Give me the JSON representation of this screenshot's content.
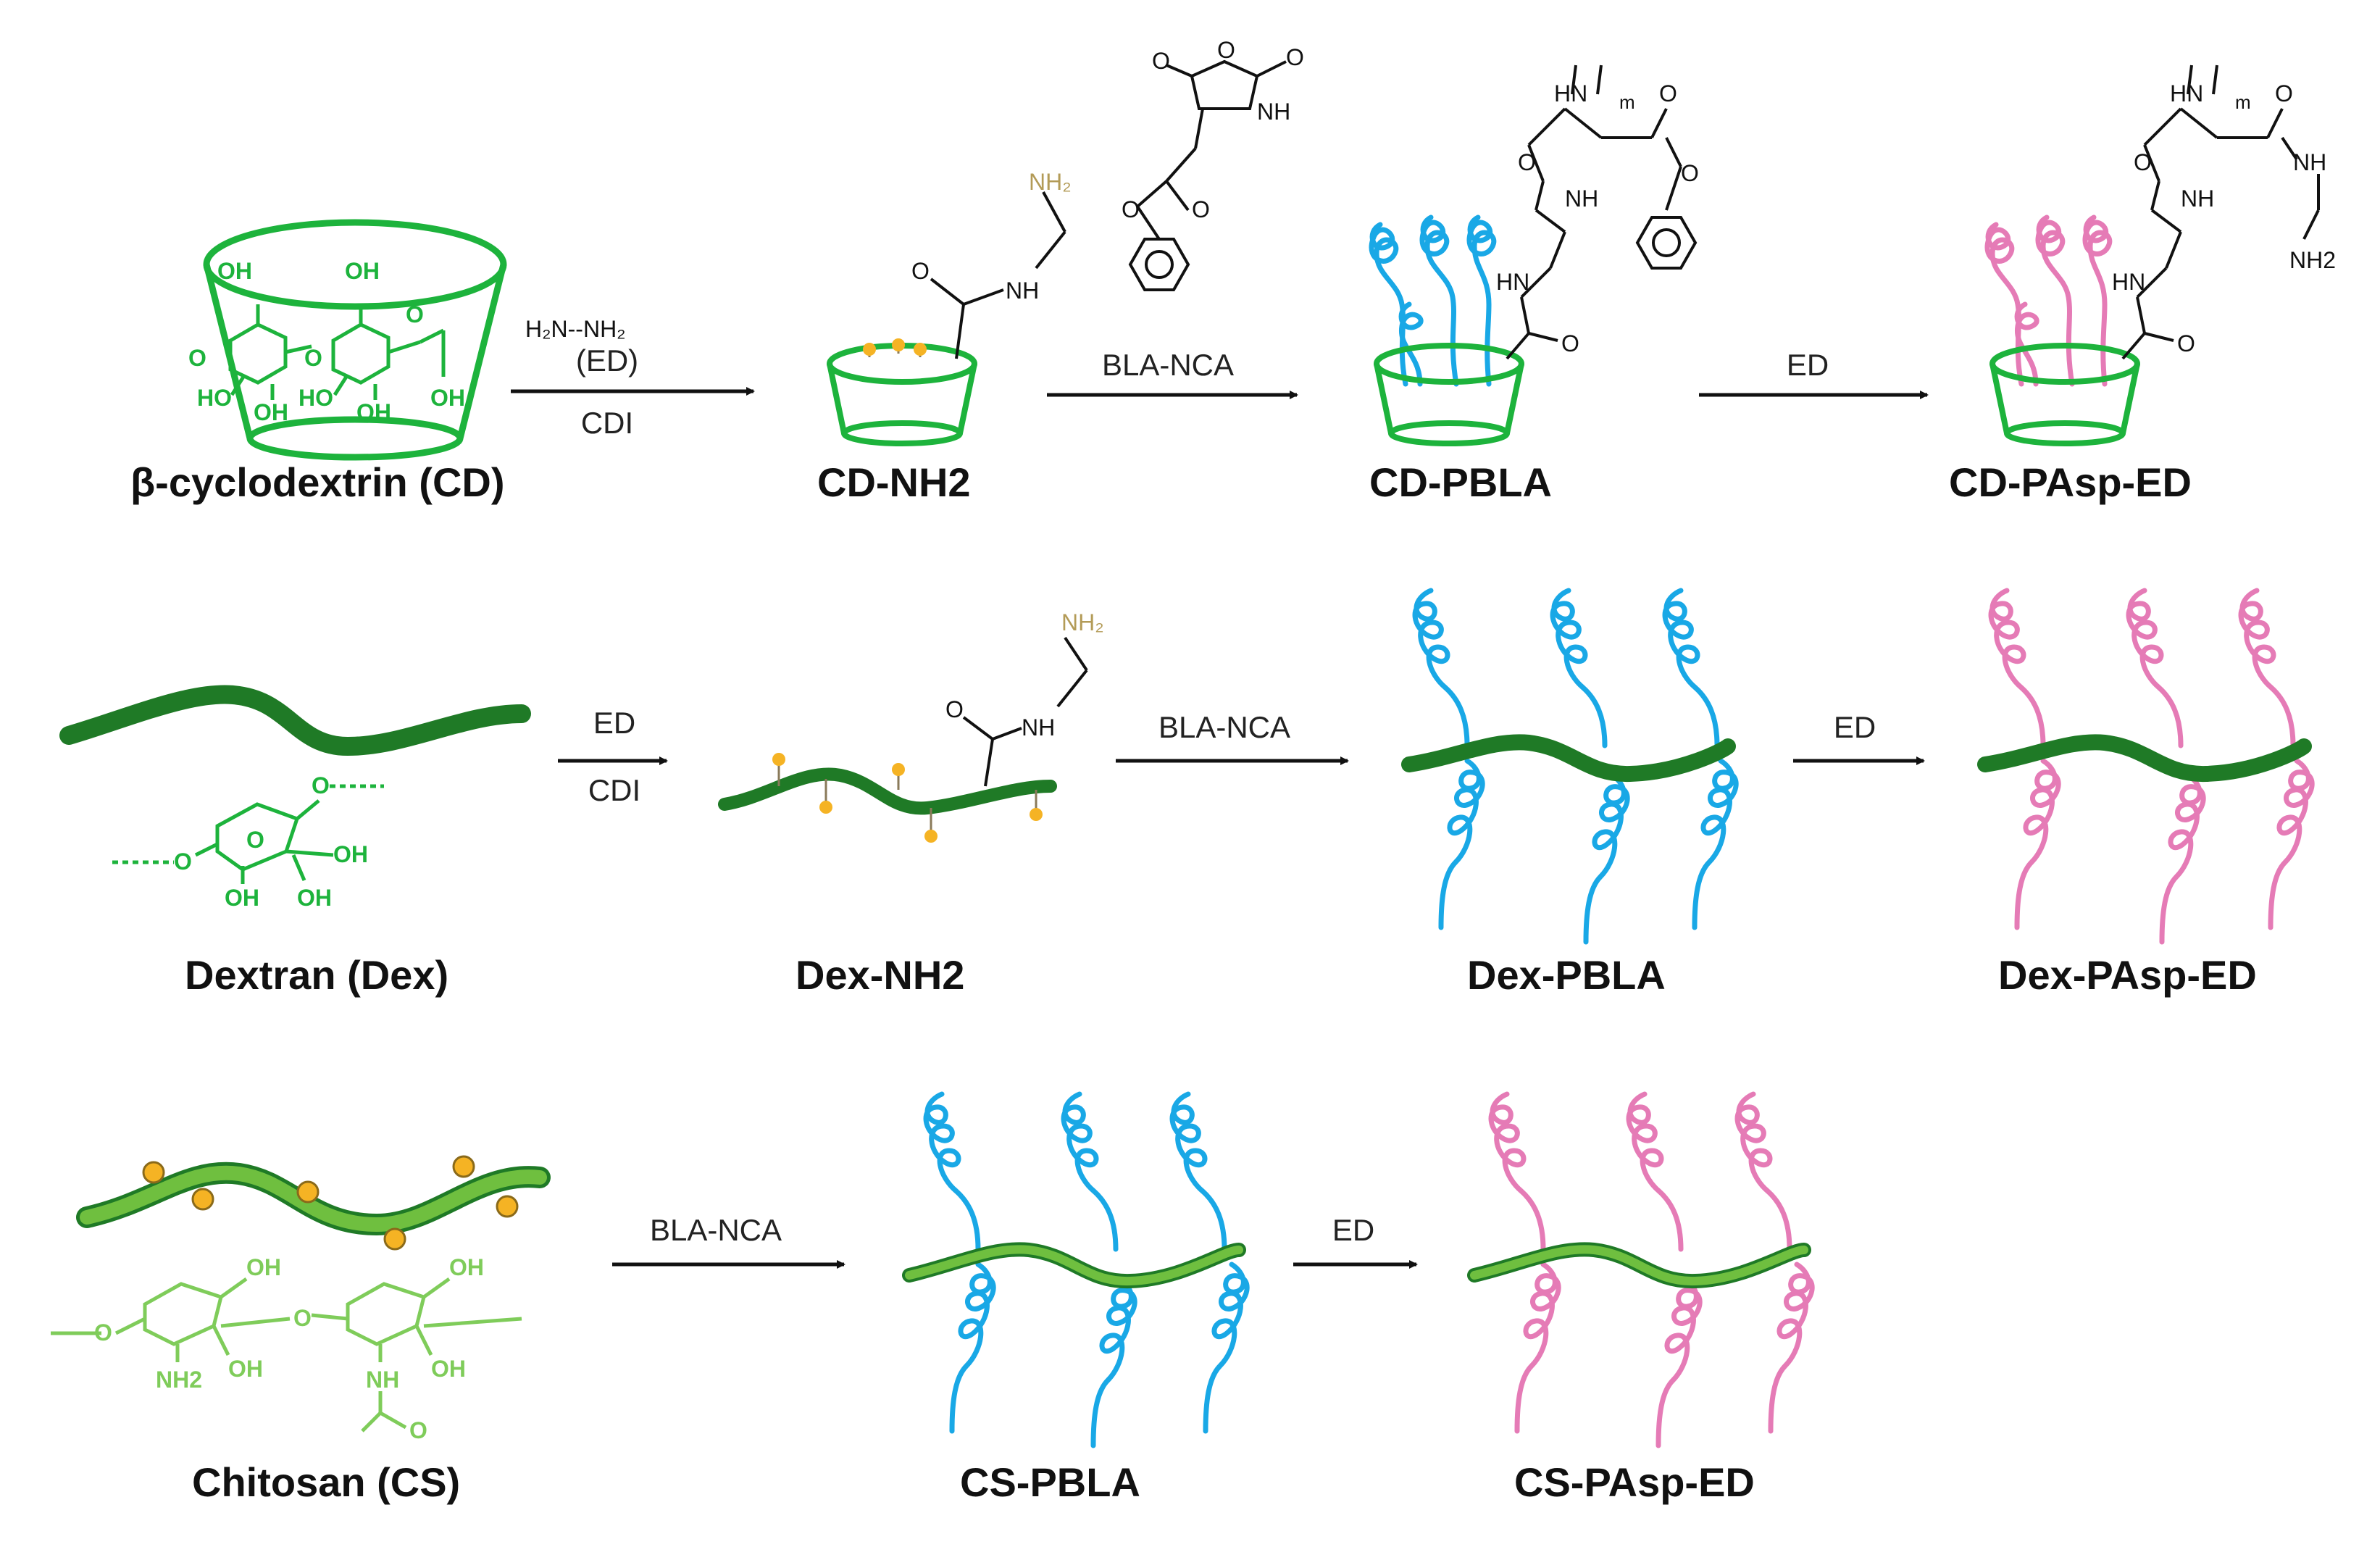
{
  "colors": {
    "cd_green": "#1db33c",
    "backbone_dark": "#1f7a26",
    "backbone_light": "#6fbf3f",
    "pbla_blue": "#19a8e6",
    "pasp_pink": "#e57bb6",
    "amine_gold": "#b39b57",
    "bead_orange": "#f5b324",
    "chitosan_struct": "#7fcc5a",
    "text": "#111111"
  },
  "icons": [
    "cyclodextrin-cone",
    "polymer-backbone",
    "polymer-coil",
    "reaction-arrow"
  ],
  "rows": {
    "cd": {
      "start_label": "β-cyclodextrin (CD)",
      "step1": {
        "reagent_top_formula": "H₂N‑‑NH₂",
        "reagent_top": "(ED)",
        "reagent_bottom": "CDI"
      },
      "product1": "CD-NH2",
      "step2": {
        "reagent": "BLA-NCA"
      },
      "product2": "CD-PBLA",
      "step3": {
        "reagent": "ED"
      },
      "product3": "CD-PAsp-ED"
    },
    "dex": {
      "start_label": "Dextran (Dex)",
      "step1": {
        "reagent_top": "ED",
        "reagent_bottom": "CDI"
      },
      "product1": "Dex-NH2",
      "step2": {
        "reagent": "BLA-NCA"
      },
      "product2": "Dex-PBLA",
      "step3": {
        "reagent": "ED"
      },
      "product3": "Dex-PAsp-ED"
    },
    "cs": {
      "start_label": "Chitosan (CS)",
      "step1": {
        "reagent": "BLA-NCA"
      },
      "product1": "CS-PBLA",
      "step2": {
        "reagent": "ED"
      },
      "product2": "CS-PAsp-ED"
    }
  },
  "chem_text": {
    "oh": "OH",
    "ho": "HO",
    "o": "O",
    "nh": "NH",
    "hn": "HN",
    "nh2": "NH2",
    "nh2_sub": "NH₂",
    "m": "m"
  }
}
